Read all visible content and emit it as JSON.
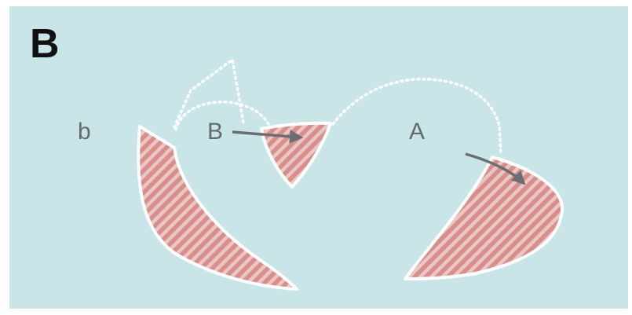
{
  "panel_letter": "B",
  "labels": {
    "b": "b",
    "B": "B",
    "A": "A"
  },
  "colors": {
    "background": "#c9e5e8",
    "hatch_fill": "#d98e8c",
    "hatch_stripe": "#e9c7c4",
    "outline": "#ffffff",
    "dotted_line": "#ffffff",
    "arrow": "#6b6e70",
    "text": "#666a6c"
  },
  "icons": [
    "arrow-right-icon",
    "curved-arrow-icon"
  ]
}
